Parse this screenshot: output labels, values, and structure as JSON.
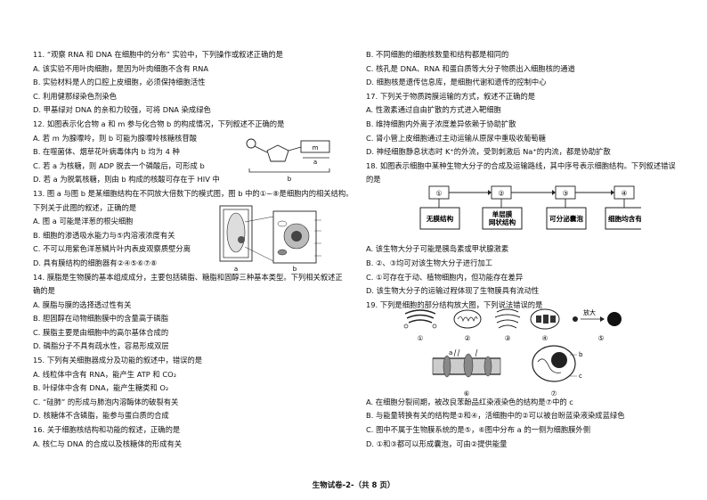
{
  "left_column": [
    "11. “观察 RNA 和 DNA 在细胞中的分布” 实验中，下列操作或叙述正确的是",
    "A. 该实验不用叶肉细胞，是因为叶肉细胞不含有 RNA",
    "B. 实验材料是人的口腔上皮细胞，必须保持细胞活性",
    "C. 利用健那绿染色剂染色",
    "D. 甲基绿对 DNA 的亲和力较强，可将 DNA 染成绿色",
    "12. 如图表示化合物 a 和 m 参与化合物 b 的构成情况，下列叙述不正确的是",
    "A. 若 m 为腺嘌呤，则 b 可能为腺嘌呤核糖核苷酸",
    "B. 在噬菌体、烟草花叶病毒体内 b 均为 4 种",
    "C. 若 a 为核糖，则 ADP 脱去一个磷酸后，可形成 b",
    "D. 若 a 为脱氧核糖，则由 b 构成的核酸可存在于 HIV 中",
    "13. 图 a 与图 b 是某细胞结构在不同放大倍数下的模式图，图 b 中的①~⑧是细胞内的相关结构。",
    "下列关于此图的叙述，正确的是",
    "A. 图 a 可能是洋葱的根尖细胞",
    "B. 细胞的渗透吸水能力与⑤内溶液浓度有关",
    "C. 不可以用紫色洋葱鳞片叶内表皮观察质壁分离",
    "D. 具有膜结构的细胞器有②④⑤⑥⑦⑧",
    "14. 膜脂是生物膜的基本组成成分，主要包括磷脂、糖脂和固醇三种基本类型。下列相关叙述正",
    "确的是",
    "A. 膜脂与膜的选择透过性有关",
    "B. 胆固醇在动物细胞膜中的含量高于磷脂",
    "C. 膜脂主要是由细胞中的高尔基体合成的",
    "D. 磷脂分子不具有疏水性，容易形成双层",
    "15. 下列有关细胞器成分及功能的叙述中，错误的是",
    "A. 线粒体中含有 RNA，能产生 ATP 和 CO₂",
    "B. 叶绿体中含有 DNA，能产生糖类和 O₂",
    "C. “硅肺” 的形成与肺泡内溶酶体的破裂有关",
    "D. 核糖体不含磷脂，能参与蛋白质的合成",
    "16. 关于细胞核结构和功能的叙述，正确的是",
    "A. 核仁与 DNA 的合成以及核糖体的形成有关"
  ],
  "right_column": [
    "B. 不同细胞的细胞核数量和结构都是相同的",
    "C. 核孔是 DNA、RNA 和蛋白质等大分子物质出入细胞核的通道",
    "D. 细胞核是遗传信息库，是细胞代谢和遗传的控制中心",
    "17. 下列关于物质跨膜运输的方式，叙述不正确的是",
    "A. 性激素通过自由扩散的方式进入靶细胞",
    "B. 维持细胞内外离子浓度差异依赖于协助扩散",
    "C. 肾小管上皮细胞通过主动运输从原尿中重吸收葡萄糖",
    "D. 神经细胞静息状态时 K⁺的外流，受到刺激后 Na⁺的内流，都是协助扩散",
    "18. 如图表示细胞中某种生物大分子的合成及运输路线，其中序号表示细胞结构。下列叙述错误",
    "的是",
    "",
    "",
    "",
    "",
    "A. 该生物大分子可能是胰岛素或甲状腺激素",
    "B. ②、③均可对该生物大分子进行加工",
    "C. ①可存在于动、植物细胞内，但功能存在差异",
    "D. 该生物大分子的运输过程体现了生物膜具有流动性",
    "19. 下列是细胞的部分结构放大图，下列说法错误的是",
    "",
    "",
    "",
    "",
    "",
    "",
    "A. 在细胞分裂间期，被改良苯酚品红染液染色的结构是⑦中的 c",
    "B. 与能量转换有关的结构是②和④，活细胞中的②可以被台盼蓝染液染成蓝绿色",
    "C. 图中不属于生物膜系统的是⑤，⑥图中分布 a 的一侧为细胞膜外侧",
    "D. ①和③都可以形成囊泡，可由②提供能量"
  ],
  "fig12": {
    "label_b": "b",
    "label_m": "m",
    "label_a": "a"
  },
  "fig13": {
    "label_a": "a",
    "label_b": "b"
  },
  "fig18": {
    "numbers": [
      "①",
      "②",
      "③",
      "④"
    ],
    "labels": [
      "无膜结构",
      "单层膜\n网状结构",
      "可分泌囊泡",
      "细胞均含有"
    ]
  },
  "fig19": {
    "numbers": [
      "①",
      "②",
      "③",
      "④",
      "⑤",
      "⑥",
      "⑦"
    ],
    "zoom_label": "放大",
    "part_labels": [
      "a",
      "b",
      "c"
    ]
  },
  "footer": "生物试卷-2-（共 8 页）"
}
